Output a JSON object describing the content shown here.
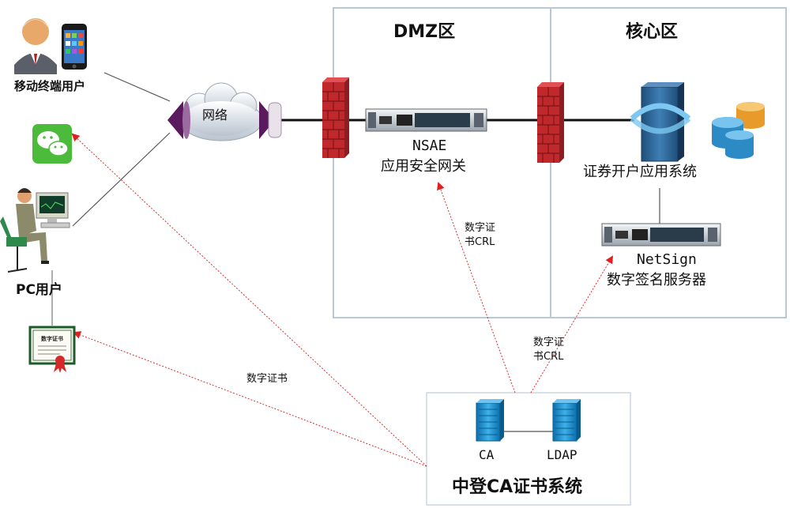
{
  "zones": {
    "dmz": "DMZ区",
    "core": "核心区"
  },
  "users": {
    "mobile": "移动终端用户",
    "pc": "PC用户"
  },
  "network": {
    "label": "网络"
  },
  "devices": {
    "nsae_name": "NSAE",
    "nsae_desc": "应用安全网关",
    "app_system": "证券开户应用系统",
    "netsign_name": "NetSign",
    "netsign_desc": "数字签名服务器"
  },
  "ca": {
    "server_ca": "CA",
    "server_ldap": "LDAP",
    "title": "中登CA证书系统"
  },
  "edges": {
    "cert_label": "数字证书",
    "crl_label_a_1": "数字证",
    "crl_label_a_2": "书CRL",
    "crl_label_b_1": "数字证",
    "crl_label_b_2": "书CRL"
  },
  "certificate": {
    "text": "数字证书"
  },
  "colors": {
    "zone_border": "#b8c8d8",
    "firewall": "#c0282c",
    "server": "#1e90c8",
    "dotted_arrow": "#d63030"
  }
}
